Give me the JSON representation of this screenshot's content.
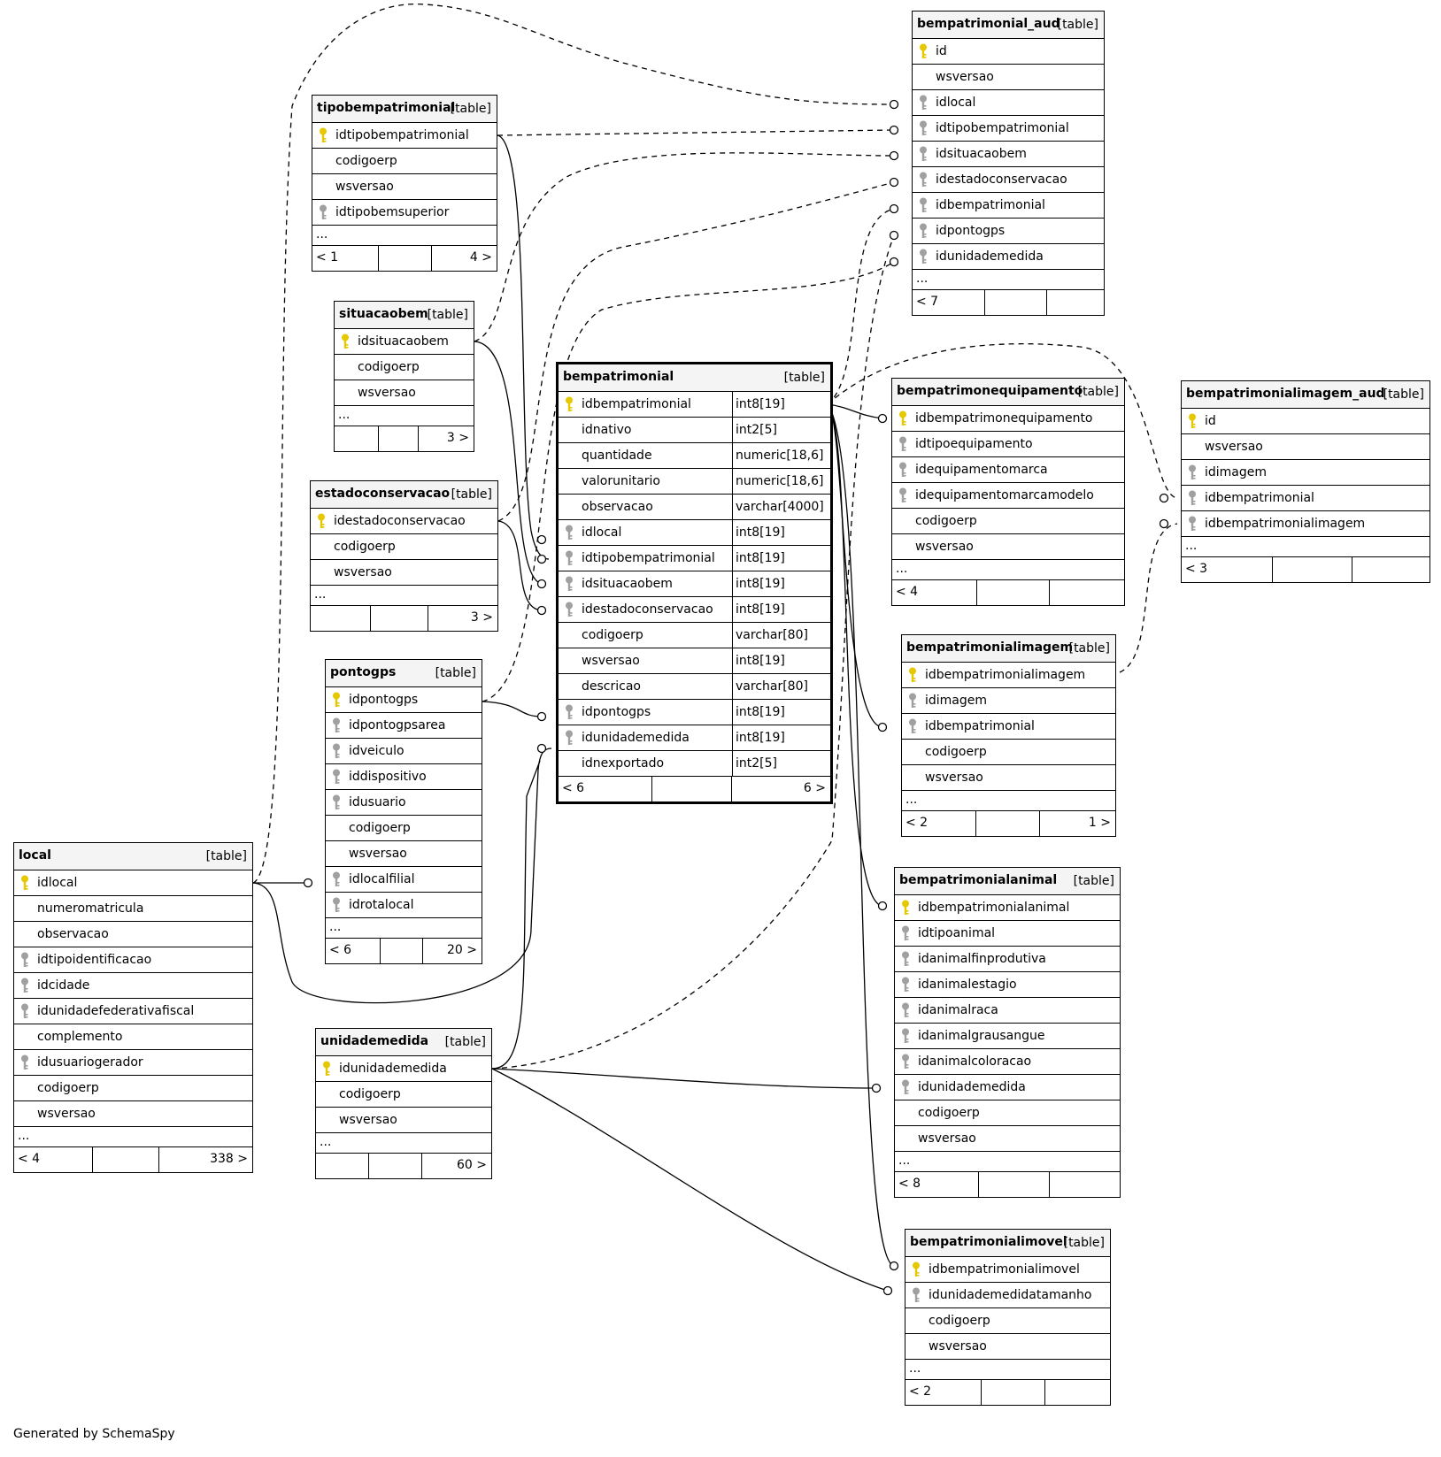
{
  "footer": "Generated by SchemaSpy",
  "colors": {
    "primary_key": "#e6c800",
    "foreign_key": "#a0a0a0",
    "header_bg": "#f4f4f4"
  },
  "tables": [
    {
      "id": "bempatrimonial_aud",
      "name": "bempatrimonial_aud",
      "type": "[table]",
      "columns": [
        {
          "name": "id",
          "key": "pk"
        },
        {
          "name": "wsversao",
          "key": ""
        },
        {
          "name": "idlocal",
          "key": "fk"
        },
        {
          "name": "idtipobempatrimonial",
          "key": "fk"
        },
        {
          "name": "idsituacaobem",
          "key": "fk"
        },
        {
          "name": "idestadoconservacao",
          "key": "fk"
        },
        {
          "name": "idbempatrimonial",
          "key": "fk"
        },
        {
          "name": "idpontogps",
          "key": "fk"
        },
        {
          "name": "idunidademedida",
          "key": "fk"
        }
      ],
      "ellipsis": "...",
      "footer": [
        "< 7",
        "",
        ""
      ]
    },
    {
      "id": "tipobempatrimonial",
      "name": "tipobempatrimonial",
      "type": "[table]",
      "columns": [
        {
          "name": "idtipobempatrimonial",
          "key": "pk"
        },
        {
          "name": "codigoerp",
          "key": ""
        },
        {
          "name": "wsversao",
          "key": ""
        },
        {
          "name": "idtipobemsuperior",
          "key": "fk"
        }
      ],
      "ellipsis": "...",
      "footer": [
        "< 1",
        "",
        "4 >"
      ]
    },
    {
      "id": "situacaobem",
      "name": "situacaobem",
      "type": "[table]",
      "columns": [
        {
          "name": "idsituacaobem",
          "key": "pk"
        },
        {
          "name": "codigoerp",
          "key": ""
        },
        {
          "name": "wsversao",
          "key": ""
        }
      ],
      "ellipsis": "...",
      "footer": [
        "",
        "",
        "3 >"
      ]
    },
    {
      "id": "estadoconservacao",
      "name": "estadoconservacao",
      "type": "[table]",
      "columns": [
        {
          "name": "idestadoconservacao",
          "key": "pk"
        },
        {
          "name": "codigoerp",
          "key": ""
        },
        {
          "name": "wsversao",
          "key": ""
        }
      ],
      "ellipsis": "...",
      "footer": [
        "",
        "",
        "3 >"
      ]
    },
    {
      "id": "pontogps",
      "name": "pontogps",
      "type": "[table]",
      "columns": [
        {
          "name": "idpontogps",
          "key": "pk"
        },
        {
          "name": "idpontogpsarea",
          "key": "fk"
        },
        {
          "name": "idveiculo",
          "key": "fk"
        },
        {
          "name": "iddispositivo",
          "key": "fk"
        },
        {
          "name": "idusuario",
          "key": "fk"
        },
        {
          "name": "codigoerp",
          "key": ""
        },
        {
          "name": "wsversao",
          "key": ""
        },
        {
          "name": "idlocalfilial",
          "key": "fk"
        },
        {
          "name": "idrotalocal",
          "key": "fk"
        }
      ],
      "ellipsis": "...",
      "footer": [
        "< 6",
        "",
        "20 >"
      ]
    },
    {
      "id": "local",
      "name": "local",
      "type": "[table]",
      "columns": [
        {
          "name": "idlocal",
          "key": "pk"
        },
        {
          "name": "numeromatricula",
          "key": ""
        },
        {
          "name": "observacao",
          "key": ""
        },
        {
          "name": "idtipoidentificacao",
          "key": "fk"
        },
        {
          "name": "idcidade",
          "key": "fk"
        },
        {
          "name": "idunidadefederativafiscal",
          "key": "fk"
        },
        {
          "name": "complemento",
          "key": ""
        },
        {
          "name": "idusuariogerador",
          "key": "fk"
        },
        {
          "name": "codigoerp",
          "key": ""
        },
        {
          "name": "wsversao",
          "key": ""
        }
      ],
      "ellipsis": "...",
      "footer": [
        "< 4",
        "",
        "338 >"
      ]
    },
    {
      "id": "unidademedida",
      "name": "unidademedida",
      "type": "[table]",
      "columns": [
        {
          "name": "idunidademedida",
          "key": "pk"
        },
        {
          "name": "codigoerp",
          "key": ""
        },
        {
          "name": "wsversao",
          "key": ""
        }
      ],
      "ellipsis": "...",
      "footer": [
        "",
        "",
        "60 >"
      ]
    },
    {
      "id": "bempatrimonial",
      "name": "bempatrimonial",
      "type": "[table]",
      "columns": [
        {
          "name": "idbempatrimonial",
          "key": "pk",
          "type": "int8[19]"
        },
        {
          "name": "idnativo",
          "key": "",
          "type": "int2[5]"
        },
        {
          "name": "quantidade",
          "key": "",
          "type": "numeric[18,6]"
        },
        {
          "name": "valorunitario",
          "key": "",
          "type": "numeric[18,6]"
        },
        {
          "name": "observacao",
          "key": "",
          "type": "varchar[4000]"
        },
        {
          "name": "idlocal",
          "key": "fk",
          "type": "int8[19]"
        },
        {
          "name": "idtipobempatrimonial",
          "key": "fk",
          "type": "int8[19]"
        },
        {
          "name": "idsituacaobem",
          "key": "fk",
          "type": "int8[19]"
        },
        {
          "name": "idestadoconservacao",
          "key": "fk",
          "type": "int8[19]"
        },
        {
          "name": "codigoerp",
          "key": "",
          "type": "varchar[80]"
        },
        {
          "name": "wsversao",
          "key": "",
          "type": "int8[19]"
        },
        {
          "name": "descricao",
          "key": "",
          "type": "varchar[80]"
        },
        {
          "name": "idpontogps",
          "key": "fk",
          "type": "int8[19]"
        },
        {
          "name": "idunidademedida",
          "key": "fk",
          "type": "int8[19]"
        },
        {
          "name": "idnexportado",
          "key": "",
          "type": "int2[5]"
        }
      ],
      "footer": [
        "< 6",
        "",
        "6 >"
      ]
    },
    {
      "id": "bempatrimonequipamento",
      "name": "bempatrimonequipamento",
      "type": "[table]",
      "columns": [
        {
          "name": "idbempatrimonequipamento",
          "key": "pk"
        },
        {
          "name": "idtipoequipamento",
          "key": "fk"
        },
        {
          "name": "idequipamentomarca",
          "key": "fk"
        },
        {
          "name": "idequipamentomarcamodelo",
          "key": "fk"
        },
        {
          "name": "codigoerp",
          "key": ""
        },
        {
          "name": "wsversao",
          "key": ""
        }
      ],
      "ellipsis": "...",
      "footer": [
        "< 4",
        "",
        ""
      ]
    },
    {
      "id": "bempatrimonialimagem_aud",
      "name": "bempatrimonialimagem_aud",
      "type": "[table]",
      "columns": [
        {
          "name": "id",
          "key": "pk"
        },
        {
          "name": "wsversao",
          "key": ""
        },
        {
          "name": "idimagem",
          "key": "fk"
        },
        {
          "name": "idbempatrimonial",
          "key": "fk"
        },
        {
          "name": "idbempatrimonialimagem",
          "key": "fk"
        }
      ],
      "ellipsis": "...",
      "footer": [
        "< 3",
        "",
        ""
      ]
    },
    {
      "id": "bempatrimonialimagem",
      "name": "bempatrimonialimagem",
      "type": "[table]",
      "columns": [
        {
          "name": "idbempatrimonialimagem",
          "key": "pk"
        },
        {
          "name": "idimagem",
          "key": "fk"
        },
        {
          "name": "idbempatrimonial",
          "key": "fk"
        },
        {
          "name": "codigoerp",
          "key": ""
        },
        {
          "name": "wsversao",
          "key": ""
        }
      ],
      "ellipsis": "...",
      "footer": [
        "< 2",
        "",
        "1 >"
      ]
    },
    {
      "id": "bempatrimonialanimal",
      "name": "bempatrimonialanimal",
      "type": "[table]",
      "columns": [
        {
          "name": "idbempatrimonialanimal",
          "key": "pk"
        },
        {
          "name": "idtipoanimal",
          "key": "fk"
        },
        {
          "name": "idanimalfinprodutiva",
          "key": "fk"
        },
        {
          "name": "idanimalestagio",
          "key": "fk"
        },
        {
          "name": "idanimalraca",
          "key": "fk"
        },
        {
          "name": "idanimalgrausangue",
          "key": "fk"
        },
        {
          "name": "idanimalcoloracao",
          "key": "fk"
        },
        {
          "name": "idunidademedida",
          "key": "fk"
        },
        {
          "name": "codigoerp",
          "key": ""
        },
        {
          "name": "wsversao",
          "key": ""
        }
      ],
      "ellipsis": "...",
      "footer": [
        "< 8",
        "",
        ""
      ]
    },
    {
      "id": "bempatrimonialimovel",
      "name": "bempatrimonialimovel",
      "type": "[table]",
      "columns": [
        {
          "name": "idbempatrimonialimovel",
          "key": "pk"
        },
        {
          "name": "idunidademedidatamanho",
          "key": "fk"
        },
        {
          "name": "codigoerp",
          "key": ""
        },
        {
          "name": "wsversao",
          "key": ""
        }
      ],
      "ellipsis": "...",
      "footer": [
        "< 2",
        "",
        ""
      ]
    }
  ]
}
